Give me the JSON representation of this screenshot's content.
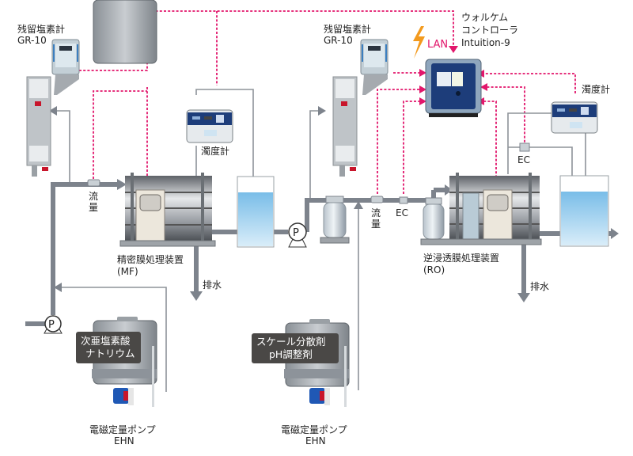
{
  "title": "ウォルケム 水処理システム構成図",
  "colors": {
    "signal": "#e2166b",
    "pipe": "#7d838c",
    "water": "#8cc6ea",
    "lightning": "#f39a1e",
    "controller": "#1d3d7a",
    "tag_bg": "#4a4846"
  },
  "devices": {
    "chlorine_meter_1": {
      "name": "残留塩素計",
      "model": "GR-10"
    },
    "chlorine_meter_2": {
      "name": "残留塩素計",
      "model": "GR-10"
    },
    "controller": {
      "line1": "ウォルケム",
      "line2": "コントローラ",
      "model": "Intuition-9"
    },
    "lan": "LAN",
    "turbidity_1": "濁度計",
    "turbidity_2": "濁度計",
    "flow_1": {
      "c1": "流",
      "c2": "量"
    },
    "flow_2": {
      "c1": "流",
      "c2": "量"
    },
    "ec_1": "EC",
    "ec_2": "EC",
    "mf_unit": {
      "name": "精密膜処理装置",
      "abbr": "(MF)"
    },
    "ro_unit": {
      "name": "逆浸透膜処理装置",
      "abbr": "(RO)"
    },
    "drain_1": "排水",
    "drain_2": "排水",
    "pump_symbol": "P",
    "pump_1": {
      "name": "電磁定量ポンプ",
      "model": "EHN",
      "tag1": "次亜塩素酸",
      "tag2": "ナトリウム"
    },
    "pump_2": {
      "name": "電磁定量ポンプ",
      "model": "EHN",
      "tag1": "スケール分散剤",
      "tag2": "pH調整剤"
    }
  }
}
